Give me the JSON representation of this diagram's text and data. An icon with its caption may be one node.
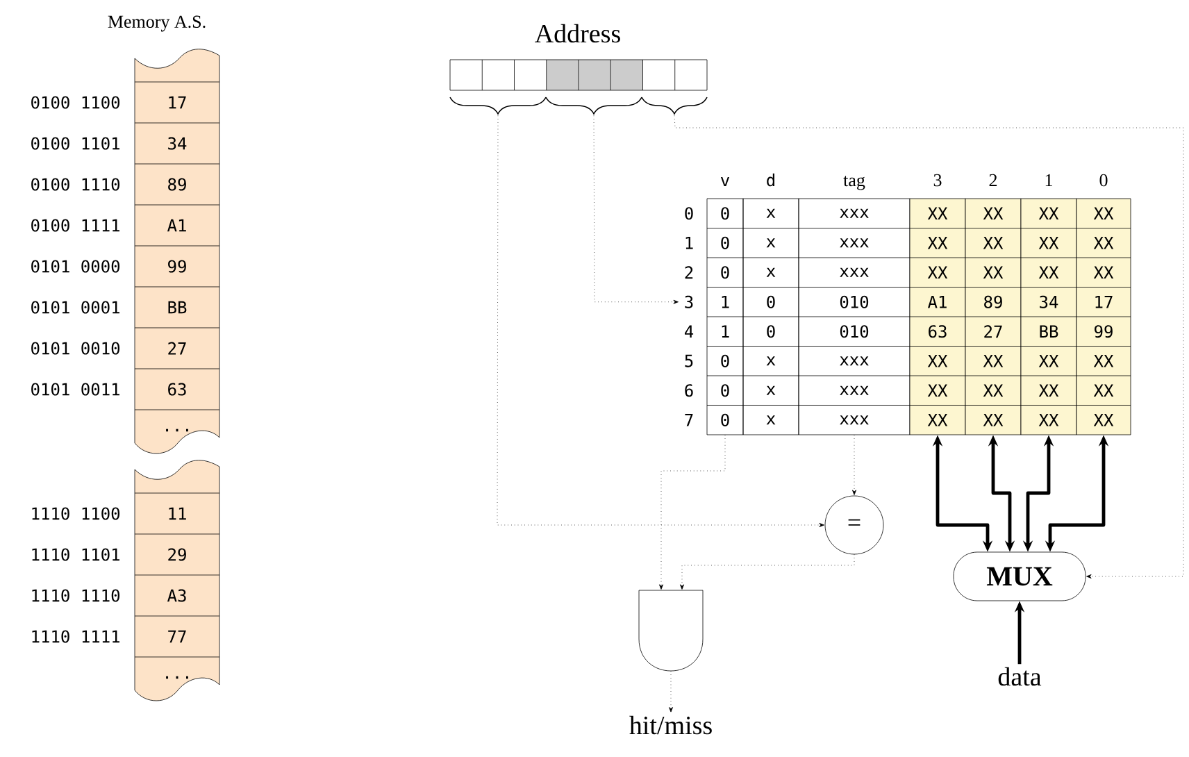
{
  "diagram": {
    "nodes": [
      {
        "text": [
          "17",
          "34",
          "89",
          "A1",
          "99",
          "BB",
          "27",
          "63",
          "..."
        ],
        "beside": [
          "0100 1100",
          "0100 1101",
          "0100 1110",
          "0100 1111",
          "0101 0000",
          "0101 0001",
          "0101 0010",
          "0101 0011"
        ]
      },
      {
        "text": [
          "11",
          "29",
          "A3",
          "77",
          "..."
        ],
        "beside": [
          "1110 1100",
          "1110 1101",
          "1110 1110",
          "1110 1111"
        ]
      },
      {
        "text": [
          "Address"
        ]
      },
      {
        "text": [],
        "shape": "brace"
      },
      {
        "text": [],
        "shape": "brace"
      },
      {
        "text": [],
        "shape": "brace"
      },
      {
        "text": [
          "0",
          "1",
          "2",
          "3",
          "4",
          "5",
          "6",
          "7"
        ]
      },
      {
        "text": [
          "v",
          "0",
          "0",
          "0",
          "1",
          "1",
          "0",
          "0",
          "0"
        ]
      },
      {
        "text": [
          "d",
          "x",
          "x",
          "x",
          "0",
          "0",
          "x",
          "x",
          "x"
        ]
      },
      {
        "text": [
          "tag",
          "xxx",
          "xxx",
          "xxx",
          "010",
          "010",
          "xxx",
          "xxx",
          "xxx"
        ]
      },
      {
        "text": [
          "3",
          "XX",
          "XX",
          "XX",
          "A1",
          "63",
          "XX",
          "XX",
          "XX"
        ]
      },
      {
        "text": [
          "2",
          "XX",
          "XX",
          "XX",
          "89",
          "27",
          "XX",
          "XX",
          "XX"
        ]
      },
      {
        "text": [
          "1",
          "XX",
          "XX",
          "XX",
          "34",
          "BB",
          "XX",
          "XX",
          "XX"
        ]
      },
      {
        "text": [
          "0",
          "XX",
          "XX",
          "XX",
          "17",
          "99",
          "XX",
          "XX",
          "XX"
        ]
      },
      {
        "text": [
          "="
        ]
      },
      {
        "text": [
          "MUX"
        ]
      },
      {
        "text": [],
        "shape": "gate"
      },
      {
        "text": [
          "data"
        ]
      },
      {
        "text": [
          "hit/miss"
        ]
      }
    ],
    "edges": [
      {
        "from": 3,
        "to": 14,
        "arrow": "to",
        "style": "dashed"
      },
      {
        "from": 4,
        "to": 6,
        "arrow": "to",
        "style": "dashed"
      },
      {
        "from": 5,
        "to": 15,
        "arrow": "to",
        "style": "dashed"
      },
      {
        "from": 7,
        "to": 16,
        "arrow": "to",
        "style": "dashed"
      },
      {
        "from": 9,
        "to": 14,
        "arrow": "to",
        "style": "dashed"
      },
      {
        "from": 14,
        "to": 16,
        "arrow": "to",
        "style": "dashed"
      },
      {
        "from": 16,
        "to": 18,
        "arrow": "to",
        "style": "dashed"
      },
      {
        "from": 15,
        "to": 10,
        "arrow": "both",
        "style": "thick"
      },
      {
        "from": 15,
        "to": 11,
        "arrow": "both",
        "style": "thick"
      },
      {
        "from": 15,
        "to": 12,
        "arrow": "both",
        "style": "thick"
      },
      {
        "from": 15,
        "to": 13,
        "arrow": "both",
        "style": "thick"
      },
      {
        "from": 17,
        "to": 15,
        "arrow": "to",
        "style": "thick"
      }
    ],
    "labels": [
      "Memory A.S."
    ]
  }
}
